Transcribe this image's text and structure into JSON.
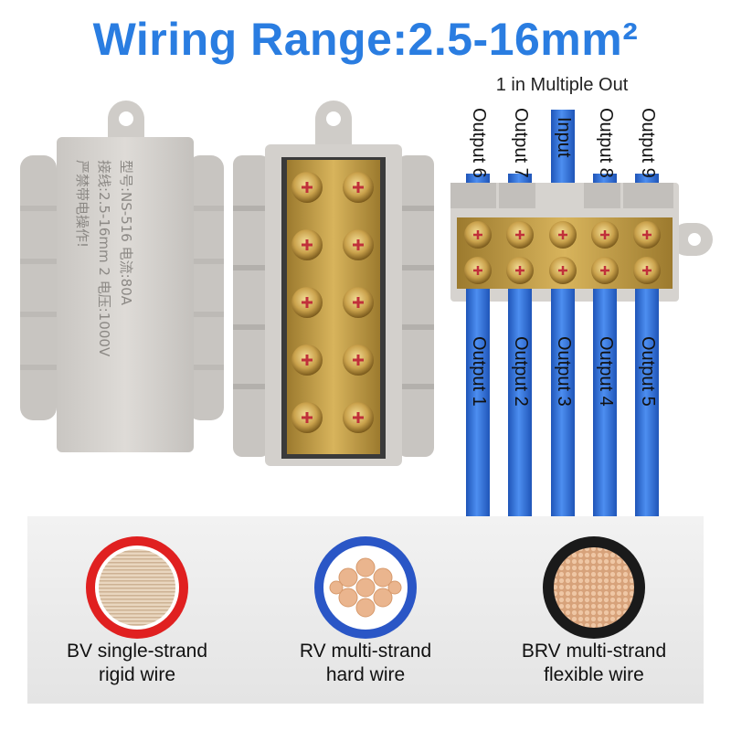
{
  "title": "Wiring Range:2.5-16mm²",
  "subtitle": "1 in Multiple Out",
  "block_left": {
    "line1": "型号:NS-516   电流:80A",
    "line2": "接线:2.5-16mm 2  电压:1000V",
    "line3": "严禁带电操作!"
  },
  "top_wires": [
    {
      "label": "Output 6"
    },
    {
      "label": "Output 7"
    },
    {
      "label": "Input"
    },
    {
      "label": "Output 8"
    },
    {
      "label": "Output 9"
    }
  ],
  "bottom_wires": [
    {
      "label": "Output 1"
    },
    {
      "label": "Output 2"
    },
    {
      "label": "Output 3"
    },
    {
      "label": "Output 4"
    },
    {
      "label": "Output 5"
    }
  ],
  "wire_types": [
    {
      "line1": "BV single-strand",
      "line2": "rigid wire",
      "ring_color": "#e02020"
    },
    {
      "line1": "RV multi-strand",
      "line2": "hard wire",
      "ring_color": "#2a56c6"
    },
    {
      "line1": "BRV multi-strand",
      "line2": "flexible wire",
      "ring_color": "#1a1a1a"
    }
  ],
  "colors": {
    "accent": "#2a7de1",
    "wire_blue": "#2f6fd6",
    "brass": "#c9a24a",
    "housing": "#d6d3cf"
  }
}
